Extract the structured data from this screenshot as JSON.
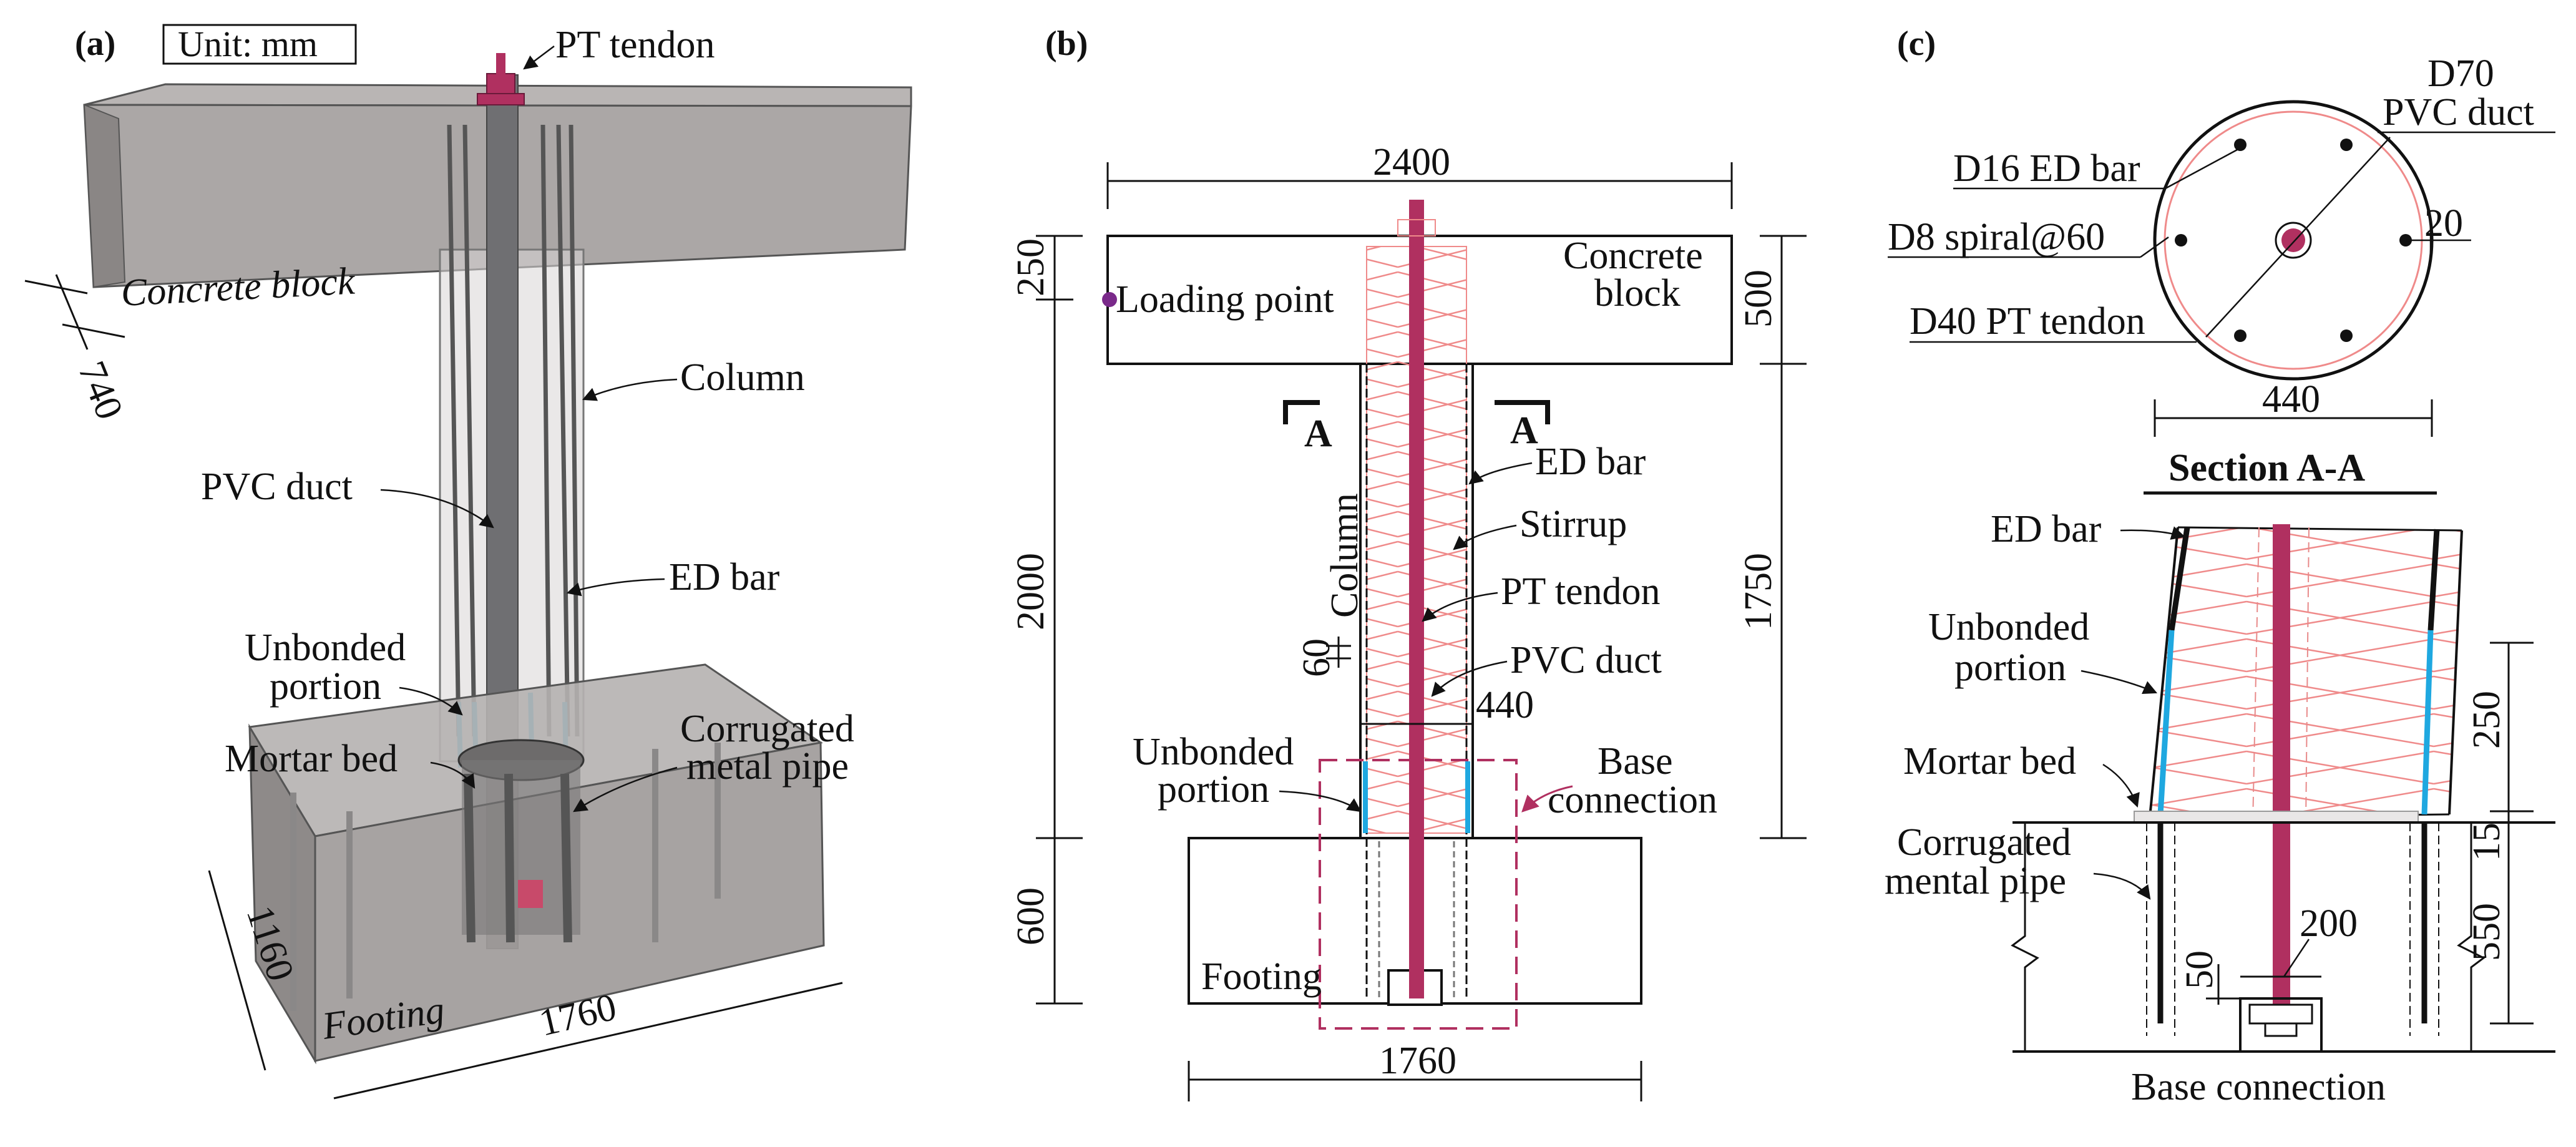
{
  "panels": {
    "a": {
      "label": "(a)",
      "unit": "Unit: mm",
      "labels": {
        "pt_tendon": "PT tendon",
        "concrete_block": "Concrete block",
        "column": "Column",
        "pvc_duct": "PVC duct",
        "ed_bar": "ED bar",
        "unbonded_1": "Unbonded",
        "unbonded_2": "portion",
        "mortar_bed": "Mortar bed",
        "corrugated_1": "Corrugated",
        "corrugated_2": "metal pipe",
        "footing": "Footing"
      },
      "dims": {
        "d740": "740",
        "d1160": "1160",
        "d1760": "1760"
      }
    },
    "b": {
      "label": "(b)",
      "labels": {
        "loading_point": "Loading point",
        "concrete_1": "Concrete",
        "concrete_2": "block",
        "section_a1": "A",
        "section_a2": "A",
        "ed_bar": "ED bar",
        "column": "Column",
        "stirrup": "Stirrup",
        "pt_tendon": "PT tendon",
        "pvc_duct": "PVC duct",
        "unbonded_1": "Unbonded",
        "unbonded_2": "portion",
        "base_1": "Base",
        "base_2": "connection",
        "footing": "Footing"
      },
      "dims": {
        "d2400": "2400",
        "d250": "250",
        "d500": "500",
        "d2000": "2000",
        "d1750": "1750",
        "d60": "60",
        "d440": "440",
        "d600": "600",
        "d1760": "1760"
      }
    },
    "c": {
      "label": "(c)",
      "labels": {
        "d70": "D70",
        "pvc_duct": "PVC duct",
        "d16": "D16 ED bar",
        "d8": "D8 spiral@60",
        "d40": "D40 PT tendon",
        "section_title": "Section A-A",
        "ed_bar": "ED bar",
        "unbonded_1": "Unbonded",
        "unbonded_2": "portion",
        "mortar_bed": "Mortar bed",
        "corrugated_1": "Corrugated",
        "corrugated_2": "mental pipe",
        "base_connection": "Base connection"
      },
      "dims": {
        "d20": "20",
        "d440": "440",
        "d250": "250",
        "d15": "15",
        "d550": "550",
        "d200": "200",
        "d50": "50"
      }
    }
  },
  "colors": {
    "tendon": "#b03060",
    "stirrup": "#ef8a8a",
    "unbonded": "#1fa8e0",
    "concrete": "#8f8b8a",
    "dash_box": "#b03060"
  }
}
